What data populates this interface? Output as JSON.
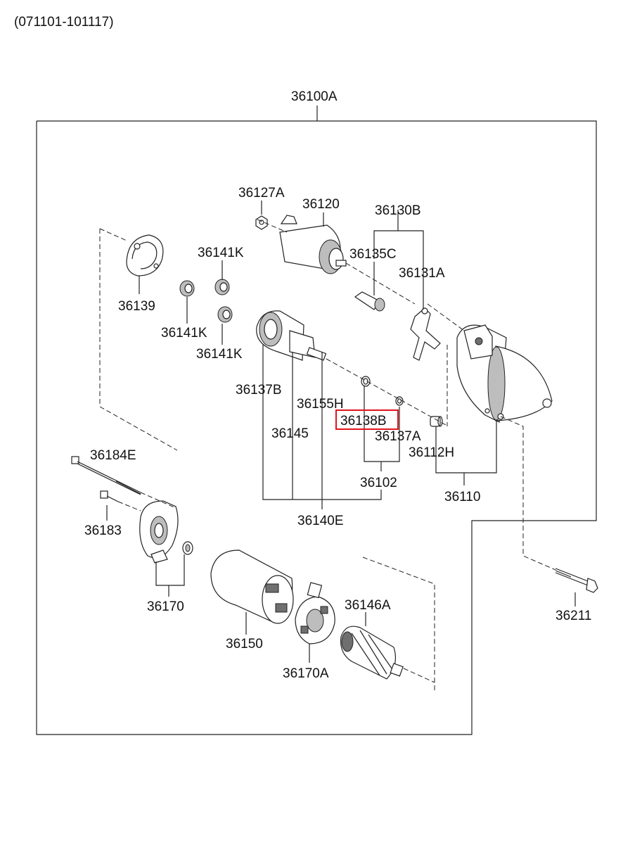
{
  "header": {
    "range": "(071101-101117)"
  },
  "assembly": {
    "label": "36100A"
  },
  "labels": {
    "p36127A": "36127A",
    "p36120": "36120",
    "p36130B": "36130B",
    "p36135C": "36135C",
    "p36131A": "36131A",
    "p36141K_1": "36141K",
    "p36141K_2": "36141K",
    "p36141K_3": "36141K",
    "p36139": "36139",
    "p36137B": "36137B",
    "p36155H": "36155H",
    "p36145": "36145",
    "p36138B": "36138B",
    "p36137A": "36137A",
    "p36112H": "36112H",
    "p36102": "36102",
    "p36110": "36110",
    "p36140E": "36140E",
    "p36184E": "36184E",
    "p36183": "36183",
    "p36170": "36170",
    "p36150": "36150",
    "p36146A": "36146A",
    "p36170A": "36170A",
    "p36211": "36211"
  },
  "highlight": {
    "part": "36138B",
    "color": "#e0141c"
  }
}
